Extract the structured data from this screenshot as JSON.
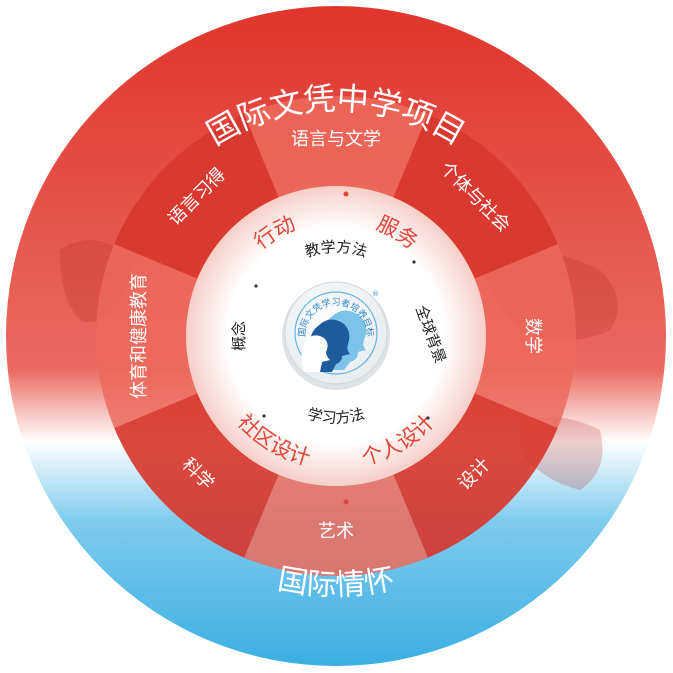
{
  "diagram": {
    "outer_title": "国际文凭中学项目",
    "bottom_title": "国际情怀",
    "subjects": [
      {
        "label": "语言与文学",
        "shade": "light"
      },
      {
        "label": "个体与社会",
        "shade": "dark"
      },
      {
        "label": "数学",
        "shade": "light"
      },
      {
        "label": "设计",
        "shade": "dark"
      },
      {
        "label": "艺术",
        "shade": "light"
      },
      {
        "label": "科学",
        "shade": "dark"
      },
      {
        "label": "体育和健康教育",
        "shade": "light"
      },
      {
        "label": "语言习得",
        "shade": "dark"
      }
    ],
    "ring_labels": {
      "action": "行动",
      "service": "服务",
      "community_project": "社区设计",
      "personal_project": "个人设计"
    },
    "inner_labels": {
      "teaching_approaches": "教学方法",
      "global_contexts": "全球背景",
      "learning_approaches": "学习方法",
      "concepts": "概念"
    },
    "center_badge": {
      "text": "国际文凭学习者培养目标",
      "registered_mark": "®"
    }
  },
  "colors": {
    "red": "#e2473b",
    "red_dark": "#d8372d",
    "red_light": "#ec6a5c",
    "blue": "#3fb2e3",
    "blue_dark": "#1e5a9c",
    "ring_pale": "#f8d9d3",
    "white": "#ffffff"
  }
}
